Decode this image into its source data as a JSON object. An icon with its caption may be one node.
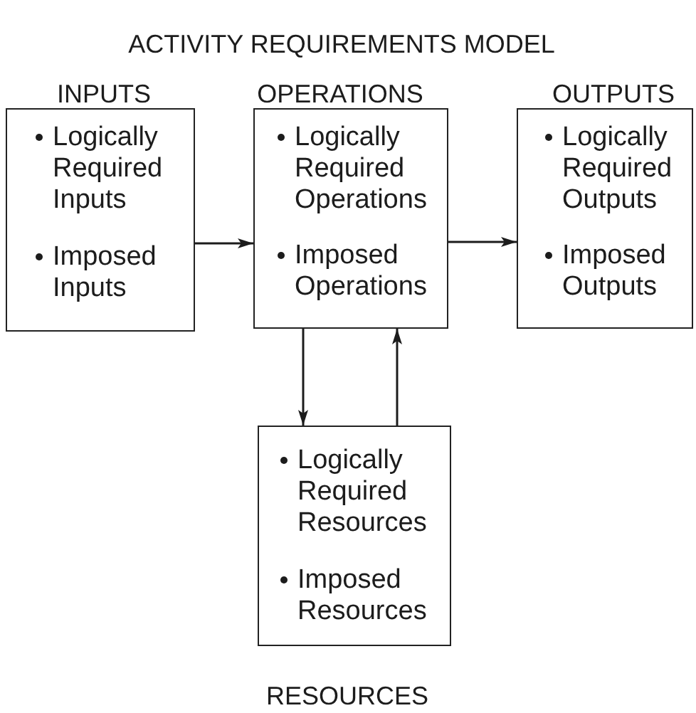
{
  "diagram": {
    "title": "ACTIVITY REQUIREMENTS MODEL",
    "nodes": [
      {
        "text": [
          "INPUTS",
          "Logically Required Inputs",
          "Imposed Inputs"
        ]
      },
      {
        "text": [
          "OPERATIONS",
          "Logically Required Operations",
          "Imposed Operations"
        ]
      },
      {
        "text": [
          "OUTPUTS",
          "Logically Required Outputs",
          "Imposed Outputs"
        ]
      },
      {
        "text": [
          "Logically Required Resources",
          "Imposed Resources",
          "RESOURCES"
        ]
      }
    ],
    "edges": [
      {
        "from": 0,
        "to": 1,
        "arrow": "to"
      },
      {
        "from": 1,
        "to": 2,
        "arrow": "to"
      },
      {
        "from": 1,
        "to": 3,
        "arrow": "to"
      },
      {
        "from": 3,
        "to": 1,
        "arrow": "to"
      }
    ]
  }
}
